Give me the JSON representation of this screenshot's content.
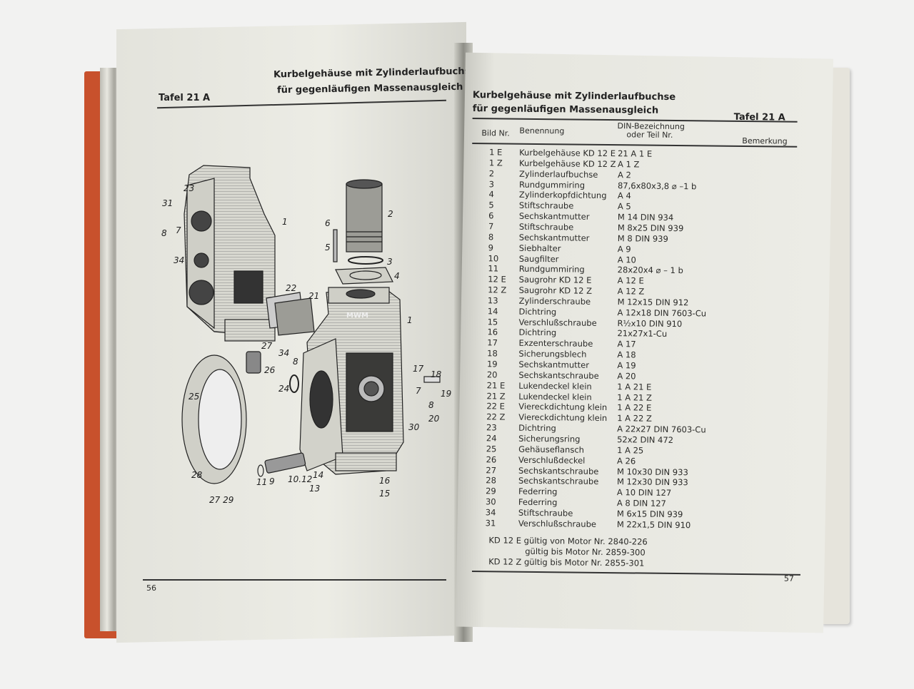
{
  "left_page": {
    "plate": "Tafel 21 A",
    "title_line1": "Kurbelgehäuse mit Zylinderlaufbuchse",
    "title_line2": "für gegenläufigen Massenausgleich",
    "page_number": "56",
    "drawing_brand": "MWM",
    "callouts": [
      "23",
      "31",
      "1",
      "8",
      "7",
      "34",
      "2",
      "6",
      "5",
      "3",
      "4",
      "22",
      "21",
      "1",
      "27",
      "34",
      "8",
      "26",
      "17",
      "18",
      "24",
      "19",
      "7",
      "8",
      "25",
      "20",
      "30",
      "28",
      "11",
      "9",
      "10.12",
      "14",
      "13",
      "16",
      "15",
      "27 29"
    ]
  },
  "right_page": {
    "title_line1": "Kurbelgehäuse mit Zylinderlaufbuchse",
    "title_line2": "für gegenläufigen Massenausgleich",
    "plate": "Tafel 21 A",
    "columns": {
      "nr": "Bild Nr.",
      "name": "Benennung",
      "din": "DIN-Bezeichnung",
      "din2": "oder Teil Nr.",
      "remark": "Bemerkung"
    },
    "rows": [
      [
        "1 E",
        "Kurbelgehäuse KD 12 E",
        "21 A 1 E"
      ],
      [
        "1 Z",
        "Kurbelgehäuse KD 12 Z",
        "A 1 Z"
      ],
      [
        "2",
        "Zylinderlaufbuchse",
        "A 2"
      ],
      [
        "3",
        "Rundgummiring",
        "87,6x80x3,8 ⌀ –1 b"
      ],
      [
        "4",
        "Zylinderkopfdichtung",
        "A 4"
      ],
      [
        "5",
        "Stiftschraube",
        "A 5"
      ],
      [
        "6",
        "Sechskantmutter",
        "M 14 DIN 934"
      ],
      [
        "7",
        "Stiftschraube",
        "M 8x25 DIN 939"
      ],
      [
        "8",
        "Sechskantmutter",
        "M 8 DIN 939"
      ],
      [
        "9",
        "Siebhalter",
        "A 9"
      ],
      [
        "10",
        "Saugfilter",
        "A 10"
      ],
      [
        "11",
        "Rundgummiring",
        "28x20x4 ⌀ – 1 b"
      ],
      [
        "12 E",
        "Saugrohr KD 12 E",
        "A 12 E"
      ],
      [
        "12 Z",
        "Saugrohr KD 12 Z",
        "A 12 Z"
      ],
      [
        "13",
        "Zylinderschraube",
        "M 12x15 DIN 912"
      ],
      [
        "14",
        "Dichtring",
        "A 12x18 DIN 7603-Cu"
      ],
      [
        "15",
        "Verschlußschraube",
        "R½x10 DIN 910"
      ],
      [
        "16",
        "Dichtring",
        "21x27x1-Cu"
      ],
      [
        "17",
        "Exzenterschraube",
        "A 17"
      ],
      [
        "18",
        "Sicherungsblech",
        "A 18"
      ],
      [
        "19",
        "Sechskantmutter",
        "A 19"
      ],
      [
        "20",
        "Sechskantschraube",
        "A 20"
      ],
      [
        "21 E",
        "Lukendeckel klein",
        "1 A 21 E"
      ],
      [
        "21 Z",
        "Lukendeckel klein",
        "1 A 21 Z"
      ],
      [
        "22 E",
        "Viereckdichtung klein",
        "1 A 22 E"
      ],
      [
        "22 Z",
        "Viereckdichtung klein",
        "1 A 22 Z"
      ],
      [
        "23",
        "Dichtring",
        "A 22x27 DIN 7603-Cu"
      ],
      [
        "24",
        "Sicherungsring",
        "52x2 DIN 472"
      ],
      [
        "25",
        "Gehäuseflansch",
        "1 A 25"
      ],
      [
        "26",
        "Verschlußdeckel",
        "A 26"
      ],
      [
        "27",
        "Sechskantschraube",
        "M 10x30 DIN 933"
      ],
      [
        "28",
        "Sechskantschraube",
        "M 12x30 DIN 933"
      ],
      [
        "29",
        "Federring",
        "A 10 DIN 127"
      ],
      [
        "30",
        "Federring",
        "A 8 DIN 127"
      ],
      [
        "34",
        "Stiftschraube",
        "M 6x15 DIN 939"
      ],
      [
        "31",
        "Verschlußschraube",
        "M 22x1,5 DIN 910"
      ]
    ],
    "footnotes": [
      "KD 12 E gültig von Motor Nr. 2840-226",
      "gültig bis Motor Nr. 2859-300",
      "KD 12 Z gültig bis Motor Nr. 2855-301"
    ],
    "page_number": "57"
  }
}
